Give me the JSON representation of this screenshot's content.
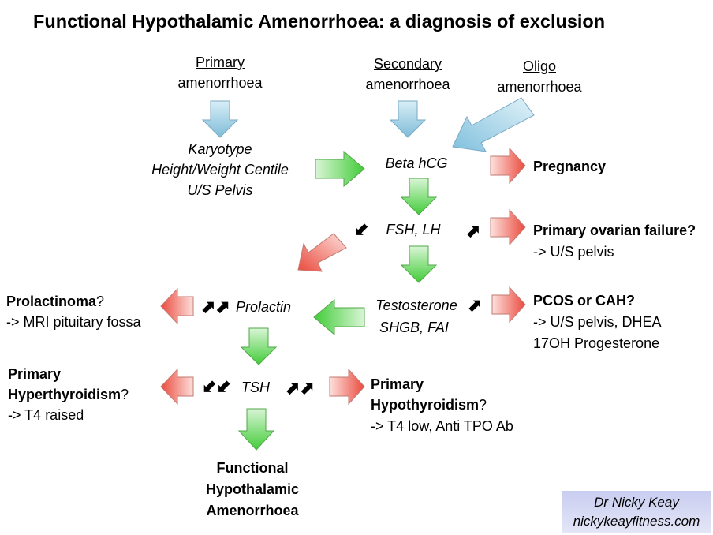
{
  "title": "Functional Hypothalamic Amenorrhoea: a diagnosis of exclusion",
  "colors": {
    "blue_arrow": "#8ec6de",
    "green_arrow": "#5fd455",
    "red_arrow": "#ee6a60",
    "credit_bg": "#d0d3f2"
  },
  "starts": {
    "primary": {
      "heading": "Primary",
      "sub": "amenorrhoea"
    },
    "secondary": {
      "heading": "Secondary",
      "sub": "amenorrhoea"
    },
    "oligo": {
      "heading": "Oligo",
      "sub": "amenorrhoea"
    }
  },
  "primary_tests": [
    "Karyotype",
    "Height/Weight Centile",
    "U/S Pelvis"
  ],
  "tests": {
    "beta_hcg": "Beta hCG",
    "fsh_lh": "FSH, LH",
    "testosterone": "Testosterone",
    "shgb_fai": "SHGB, FAI",
    "prolactin": "Prolactin",
    "tsh": "TSH"
  },
  "indicators": {
    "up": "⬈",
    "down": "⬋",
    "double_up": "⬈⬈",
    "double_down": "⬋⬋"
  },
  "outcomes": {
    "pregnancy": "Pregnancy",
    "pof": {
      "title": "Primary ovarian failure?",
      "action": "-> U/S pelvis"
    },
    "pcos": {
      "title": "PCOS or CAH?",
      "action": "-> U/S pelvis, DHEA",
      "action2": "17OH Progesterone"
    },
    "prolactinoma": {
      "title": "Prolactinoma",
      "q": "?",
      "action": "-> MRI pituitary fossa"
    },
    "hyper": {
      "line1": "Primary",
      "line2": "Hyperthyroidism",
      "q": "?",
      "action": "-> T4 raised"
    },
    "hypo": {
      "line1": "Primary",
      "line2": "Hypothyroidism",
      "q": "?",
      "action": "-> T4 low, Anti TPO Ab"
    },
    "fha": [
      "Functional",
      "Hypothalamic",
      "Amenorrhoea"
    ]
  },
  "credit": {
    "name": "Dr Nicky Keay",
    "site": "nickykeayfitness.com"
  }
}
